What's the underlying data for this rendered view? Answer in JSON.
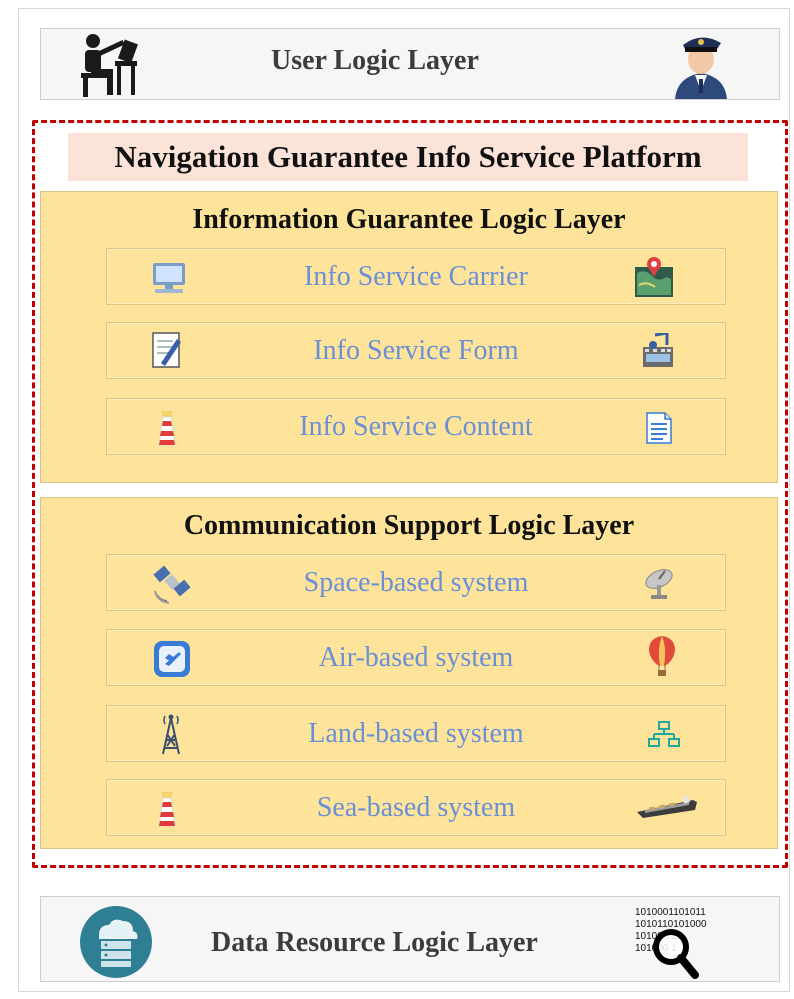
{
  "top_layer": {
    "title": "User Logic Layer",
    "left_icon": "person-at-desk-icon",
    "right_icon": "officer-avatar-icon"
  },
  "platform": {
    "title": "Navigation Guarantee Info Service Platform",
    "border_color": "#c00000",
    "title_bg": "#fbe3d8"
  },
  "info_layer": {
    "title": "Information Guarantee Logic Layer",
    "items": [
      {
        "label": "Info Service Carrier",
        "left_icon": "computer-icon",
        "right_icon": "map-pin-icon"
      },
      {
        "label": "Info Service Form",
        "left_icon": "document-pen-icon",
        "right_icon": "media-film-icon"
      },
      {
        "label": "Info Service Content",
        "left_icon": "lighthouse-icon",
        "right_icon": "text-document-icon"
      }
    ]
  },
  "comm_layer": {
    "title": "Communication Support Logic Layer",
    "items": [
      {
        "label": "Space-based system",
        "left_icon": "satellite-icon",
        "right_icon": "satellite-dish-icon"
      },
      {
        "label": "Air-based system",
        "left_icon": "airplane-app-icon",
        "right_icon": "hot-air-balloon-icon"
      },
      {
        "label": "Land-based system",
        "left_icon": "radio-tower-icon",
        "right_icon": "network-hierarchy-icon"
      },
      {
        "label": "Sea-based system",
        "left_icon": "lighthouse-icon",
        "right_icon": "cargo-ship-icon"
      }
    ]
  },
  "bottom_layer": {
    "title": "Data Resource Logic Layer",
    "left_icon": "cloud-server-icon",
    "right_icon": "binary-search-icon",
    "binary_lines": [
      "1010001101011",
      "1010110101000",
      "101000     11",
      "101000     1"
    ]
  },
  "colors": {
    "section_fill": "#fde49a",
    "row_text": "#6b8fd6",
    "layer_box": "#f6f6f6"
  }
}
